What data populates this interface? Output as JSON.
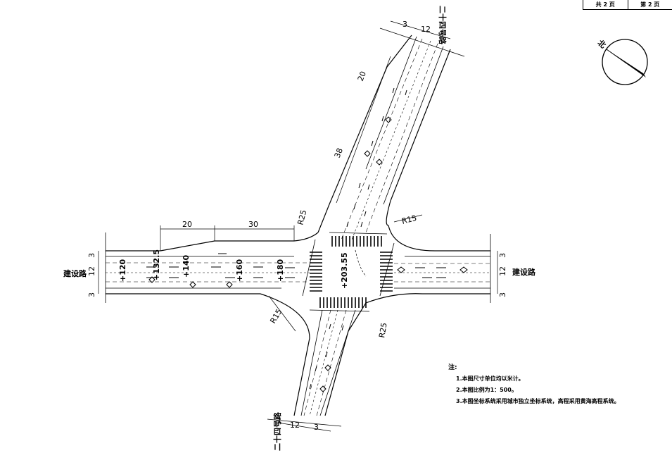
{
  "page_info": {
    "total": "共 2 页",
    "current": "第 2 页"
  },
  "north_label": "北",
  "roads": {
    "west_name": "建设路",
    "east_name": "建设路",
    "north_name": "二十四号路",
    "south_name": "二十四号路"
  },
  "dimensions": {
    "north_left_sidewalk": "3",
    "north_carriageway": "12",
    "north_right_sidewalk": "3",
    "north_transition": "20",
    "north_taper": "38",
    "nw_radius": "R25",
    "ne_radius": "R15",
    "west_transition": "20",
    "west_taper": "30",
    "west_top_sidewalk": "3",
    "west_carriageway": "12",
    "west_bottom_sidewalk": "3",
    "east_top_sidewalk": "3",
    "east_carriageway": "12",
    "east_bottom_sidewalk": "3",
    "sw_radius": "R15",
    "se_radius": "R25",
    "south_left_sidewalk": "3",
    "south_carriageway": "12",
    "south_right_sidewalk": "3"
  },
  "stations": [
    "+120",
    "+132.5",
    "+140",
    "+160",
    "+180",
    "+203.55"
  ],
  "notes": {
    "title": "注:",
    "items": [
      "1.本图尺寸单位均以米计。",
      "2.本图比例为1：500。",
      "3.本图坐标系统采用城市独立坐标系统，高程采用黄海高程系统。"
    ]
  }
}
